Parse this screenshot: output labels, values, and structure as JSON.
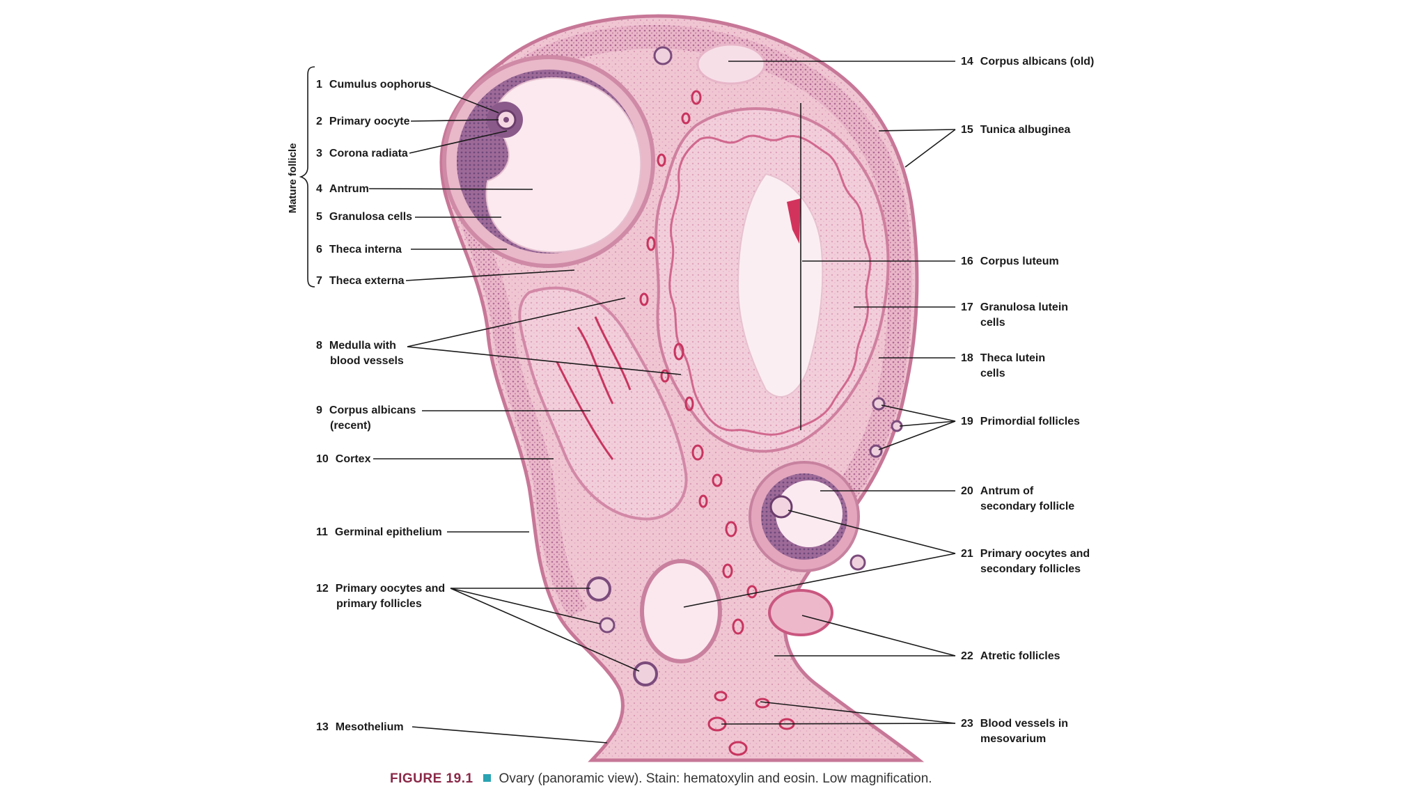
{
  "figure": {
    "side_label": "Mature follicle",
    "caption_number": "FIGURE 19.1",
    "caption_text": "Ovary (panoramic view). Stain: hematoxylin and eosin. Low magnification."
  },
  "labels_left": [
    {
      "num": "1",
      "text": "Cumulus oophorus"
    },
    {
      "num": "2",
      "text": "Primary oocyte"
    },
    {
      "num": "3",
      "text": "Corona radiata"
    },
    {
      "num": "4",
      "text": "Antrum"
    },
    {
      "num": "5",
      "text": "Granulosa cells"
    },
    {
      "num": "6",
      "text": "Theca interna"
    },
    {
      "num": "7",
      "text": "Theca externa"
    },
    {
      "num": "8",
      "text": "Medulla with",
      "text2": "blood vessels"
    },
    {
      "num": "9",
      "text": "Corpus albicans",
      "text2": "(recent)"
    },
    {
      "num": "10",
      "text": "Cortex"
    },
    {
      "num": "11",
      "text": "Germinal epithelium"
    },
    {
      "num": "12",
      "text": "Primary oocytes and",
      "text2": "primary follicles"
    },
    {
      "num": "13",
      "text": "Mesothelium"
    }
  ],
  "labels_right": [
    {
      "num": "14",
      "text": "Corpus albicans (old)"
    },
    {
      "num": "15",
      "text": "Tunica albuginea"
    },
    {
      "num": "16",
      "text": "Corpus luteum"
    },
    {
      "num": "17",
      "text": "Granulosa lutein",
      "text2": "cells"
    },
    {
      "num": "18",
      "text": "Theca lutein",
      "text2": "cells"
    },
    {
      "num": "19",
      "text": "Primordial follicles"
    },
    {
      "num": "20",
      "text": "Antrum of",
      "text2": "secondary follicle"
    },
    {
      "num": "21",
      "text": "Primary oocytes and",
      "text2": "secondary follicles"
    },
    {
      "num": "22",
      "text": "Atretic follicles"
    },
    {
      "num": "23",
      "text": "Blood vessels in",
      "text2": "mesovarium"
    }
  ],
  "colors": {
    "stroma": "#f0c6d3",
    "stroma_dark": "#e3a5bb",
    "lumen": "#fbeef2",
    "vessel": "#c8345f",
    "cortex_dot": "#b0658c"
  }
}
